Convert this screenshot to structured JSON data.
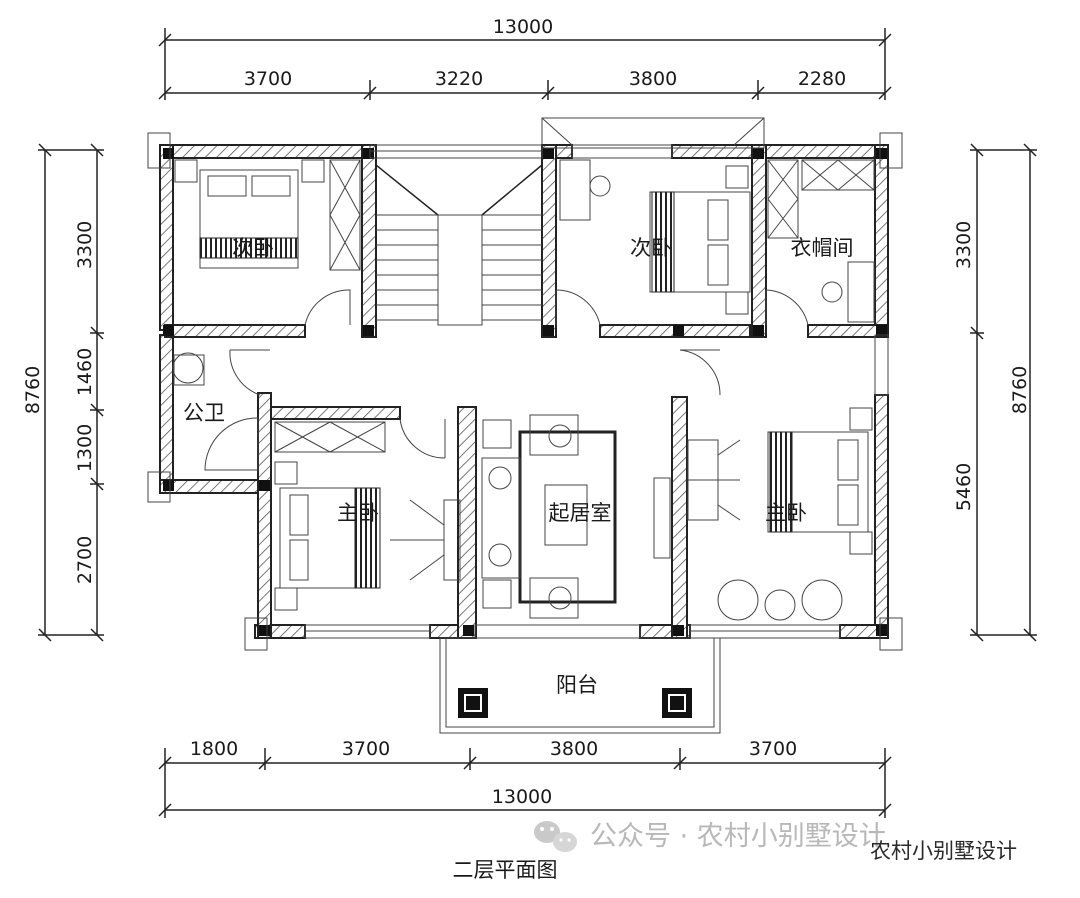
{
  "title": "二层平面图",
  "dimensions": {
    "top_total": "13000",
    "top_segments": [
      "3700",
      "3220",
      "3800",
      "2280"
    ],
    "bottom_segments": [
      "1800",
      "3700",
      "3800",
      "3700"
    ],
    "bottom_total": "13000",
    "left_total": "8760",
    "left_segments": [
      "3300",
      "1460",
      "1300",
      "2700"
    ],
    "right_total": "8760",
    "right_segments": [
      "3300",
      "5460"
    ]
  },
  "rooms": {
    "bedroom_nw": "次卧",
    "bedroom_n": "次卧",
    "cloakroom": "衣帽间",
    "public_bath": "公卫",
    "master_left": "主卧",
    "living": "起居室",
    "master_right": "主卧",
    "balcony": "阳台"
  },
  "watermark": {
    "text": "公众号 · 农村小别墅设计",
    "small": "农村小别墅设计"
  }
}
